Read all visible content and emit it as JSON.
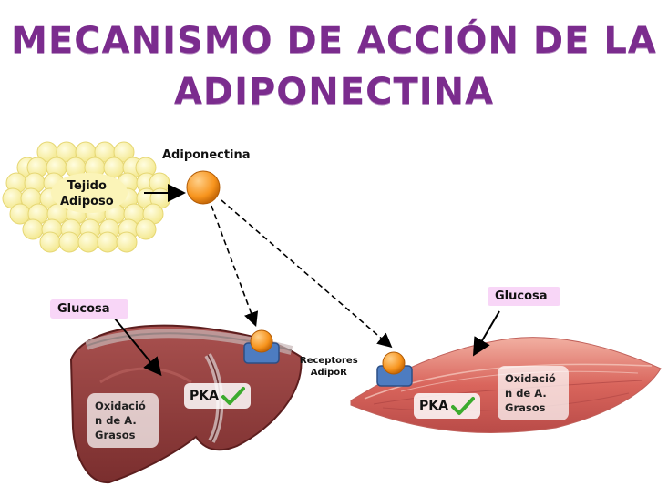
{
  "title": {
    "line1": "MECANISMO DE ACCIÓN DE LA",
    "line2": "ADIPONECTINA"
  },
  "labels": {
    "tejido": "Tejido\nAdiposo",
    "adiponectina": "Adiponectina",
    "receptores": "Receptores\nAdipoR"
  },
  "liver": {
    "glucosa": "Glucosa",
    "pka": "PKA",
    "oxidacion": "Oxidació\nn de A.\nGrasos"
  },
  "muscle": {
    "glucosa": "Glucosa",
    "pka": "PKA",
    "oxidacion": "Oxidació\nn de A.\nGrasos"
  },
  "colors": {
    "title": "#7b2c8e",
    "adipocyte": "#fbf3a8",
    "adiponectin": "#f7941d",
    "receptor": "#4d7cc1",
    "liver": "#8b3a3a",
    "muscle": "#e0716a",
    "label_bg": "#f8d6f7",
    "check": "#3cab2e"
  }
}
